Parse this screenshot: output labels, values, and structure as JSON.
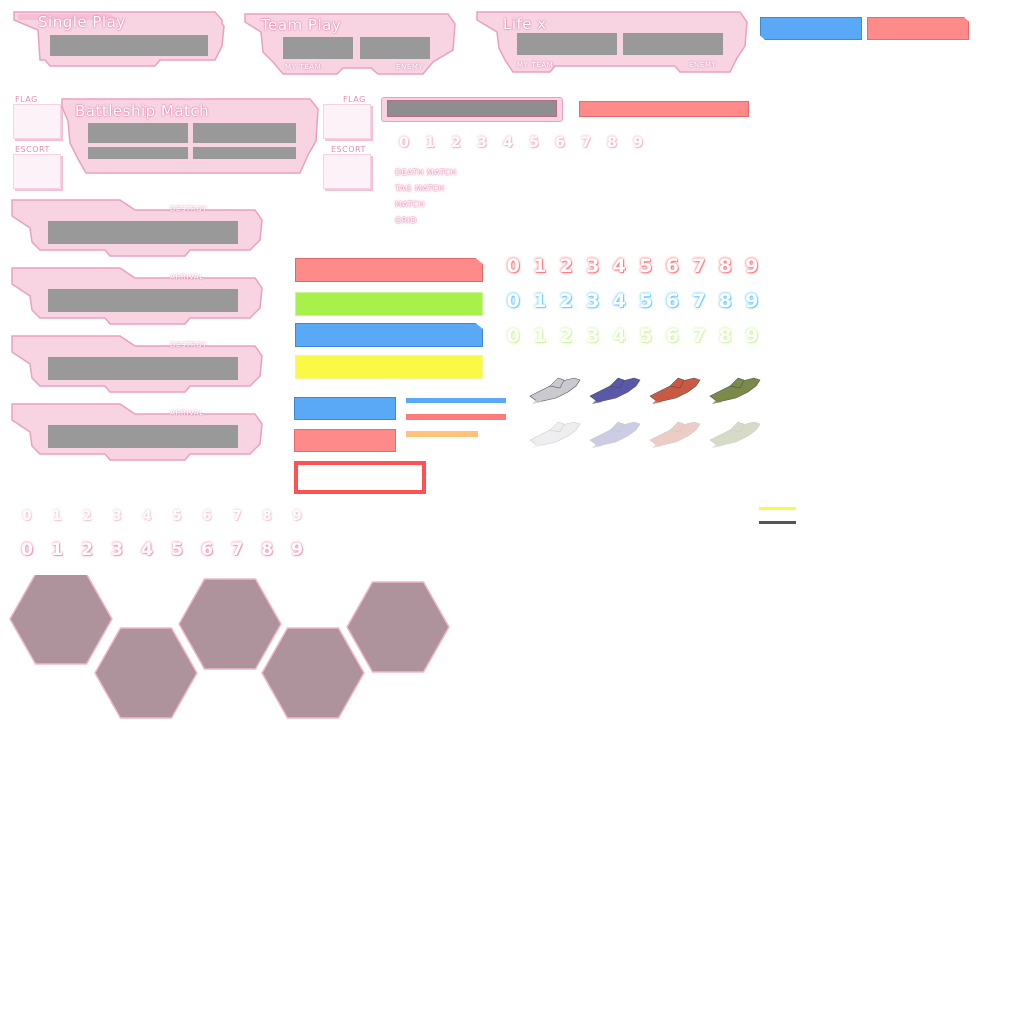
{
  "colors": {
    "pink_frame": "#f6c6da",
    "pink_stroke": "#e89bbb",
    "slot_gray": "#999999",
    "blue": "#5aa9f7",
    "red": "#ff8a8a",
    "green": "#a8f04a",
    "yellow": "#fafa46",
    "orange": "#ffc27a",
    "hex": "#ae929c",
    "hex_stroke": "#f2b6cc"
  },
  "panels": {
    "single_play": {
      "title": "Single Play"
    },
    "team_play": {
      "title": "Team Play",
      "my_team": "MY TEAM",
      "enemy": "ENEMY"
    },
    "life": {
      "title": "Life x",
      "my_team": "MY TEAM",
      "enemy": "ENEMY"
    },
    "battleship": {
      "title": "Battleship Match",
      "flag": "FLAG",
      "escort": "ESCORT"
    },
    "objectives": [
      {
        "label": "DESTROY"
      },
      {
        "label": "ARRIVAL"
      },
      {
        "label": "DESTROY"
      },
      {
        "label": "ARRIVAL"
      }
    ]
  },
  "modes": [
    "DEATH MATCH",
    "TAG MATCH",
    "MATCH",
    "GRID"
  ],
  "digits": [
    "0",
    "1",
    "2",
    "3",
    "4",
    "5",
    "6",
    "7",
    "8",
    "9"
  ],
  "digit_sets": {
    "small_pink": "#f4b8cf",
    "red": "#ff7f86",
    "blue": "#6fd0ff",
    "green": "#c6f58c",
    "faint_pink": "#f5c4d6",
    "bold_pink": "#f19ec0"
  },
  "ships": [
    {
      "name": "white-ship-icon",
      "color": "#c9c9cf"
    },
    {
      "name": "blue-ship-icon",
      "color": "#5a58a8"
    },
    {
      "name": "red-ship-icon",
      "color": "#c85a44"
    },
    {
      "name": "green-ship-icon",
      "color": "#7b8a48"
    }
  ]
}
